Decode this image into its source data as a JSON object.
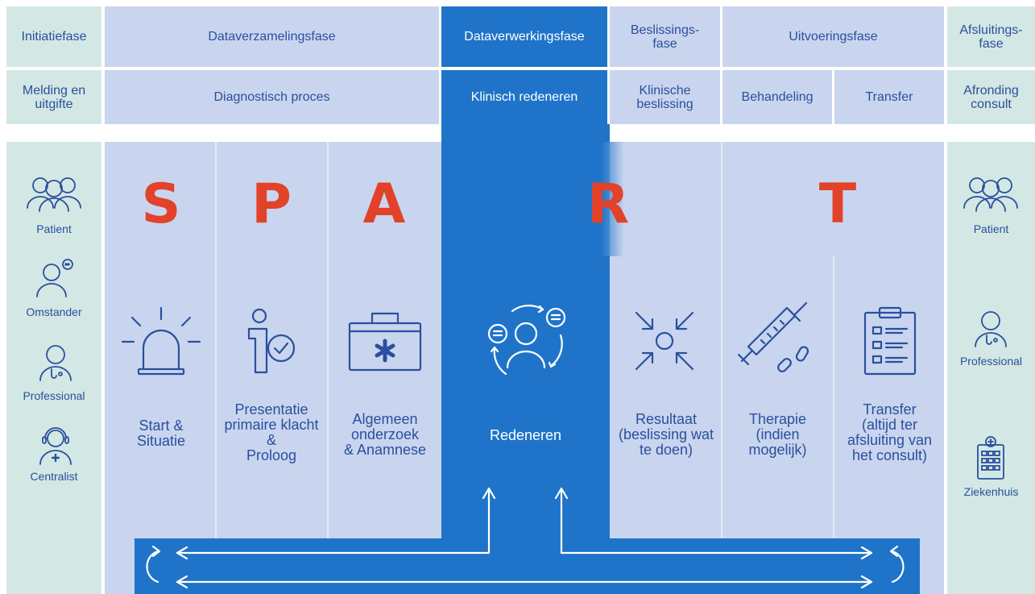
{
  "phases": [
    {
      "id": "initiatiefase",
      "label": "Initiatiefase"
    },
    {
      "id": "dataverzameling",
      "label": "Dataverzamelingsfase"
    },
    {
      "id": "dataverwerking",
      "label": "Dataverwerkingsfase"
    },
    {
      "id": "beslissing",
      "label": "Beslissings-\nfase"
    },
    {
      "id": "uitvoering",
      "label": "Uitvoeringsfase"
    },
    {
      "id": "afsluiting",
      "label": "Afsluitings-\nfase"
    }
  ],
  "subphases": [
    {
      "id": "melding",
      "label": "Melding en\nuitgifte"
    },
    {
      "id": "diagnostisch",
      "label": "Diagnostisch proces"
    },
    {
      "id": "klinisch-redeneren",
      "label": "Klinisch redeneren"
    },
    {
      "id": "klinische-beslissing",
      "label": "Klinische\nbeslissing"
    },
    {
      "id": "behandeling",
      "label": "Behandeling"
    },
    {
      "id": "transfer",
      "label": "Transfer"
    },
    {
      "id": "afronding",
      "label": "Afronding\nconsult"
    }
  ],
  "letters": [
    "S",
    "P",
    "A",
    "R",
    "T"
  ],
  "steps": [
    {
      "id": "start",
      "label": "Start &\nSituatie",
      "icon": "siren-icon"
    },
    {
      "id": "presentatie",
      "label": "Presentatie\nprimaire klacht\n&\nProloog",
      "icon": "person-check-icon"
    },
    {
      "id": "algemeen",
      "label": "Algemeen\nonderzoek\n& Anamnese",
      "icon": "medical-kit-icon"
    },
    {
      "id": "redeneren",
      "label": "Redeneren",
      "icon": "reasoning-cycle-icon"
    },
    {
      "id": "resultaat",
      "label": "Resultaat\n(beslissing wat\nte doen)",
      "icon": "converge-arrows-icon"
    },
    {
      "id": "therapie",
      "label": "Therapie\n(indien\nmogelijk)",
      "icon": "syringe-pills-icon"
    },
    {
      "id": "transfer",
      "label": "Transfer\n(altijd ter\nafsluiting van\nhet consult)",
      "icon": "clipboard-checklist-icon"
    }
  ],
  "actors_left": [
    {
      "id": "patient",
      "label": "Patient",
      "icon": "group-icon"
    },
    {
      "id": "omstander",
      "label": "Omstander",
      "icon": "bystander-icon"
    },
    {
      "id": "professional",
      "label": "Professional",
      "icon": "professional-icon"
    },
    {
      "id": "centralist",
      "label": "Centralist",
      "icon": "headset-icon"
    }
  ],
  "actors_right": [
    {
      "id": "patient",
      "label": "Patient",
      "icon": "group-icon"
    },
    {
      "id": "professional",
      "label": "Professional",
      "icon": "professional-icon"
    },
    {
      "id": "ziekenhuis",
      "label": "Ziekenhuis",
      "icon": "hospital-icon"
    }
  ],
  "colors": {
    "teal": "#d3e8e4",
    "lavender": "#c9d5ee",
    "blue": "#1f74c9",
    "letter": "#e2422a",
    "text": "#2a4f9e"
  }
}
